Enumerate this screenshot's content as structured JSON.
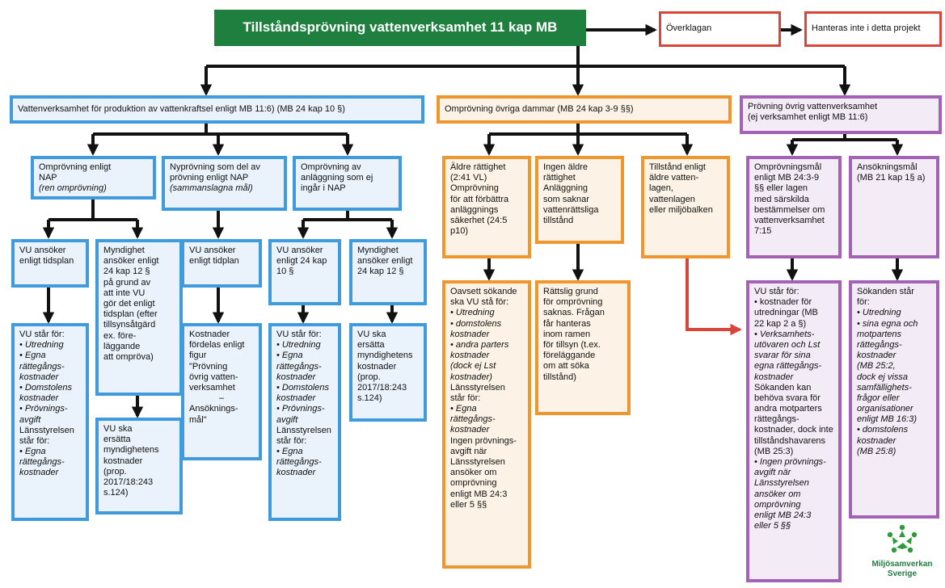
{
  "top": {
    "title": "Tillståndsprövning vattenverksamhet 11 kap MB",
    "appeal": "Överklagan",
    "not_handled": "Hanteras inte i detta projekt"
  },
  "categories": {
    "hydropower": "Vattenverksamhet för produktion av vattenkraftsel enligt MB 11:6) (MB 24 kap 10 §)",
    "dams": "Omprövning övriga dammar  (MB 24 kap 3-9 §§)",
    "other": [
      "Prövning övrig vattenverksamhet",
      "(ej verksamhet enligt MB 11:6)"
    ]
  },
  "hydro": {
    "a": {
      "line1": "Omprövning enligt",
      "line2": "NAP",
      "line3": "(ren omprövning)"
    },
    "b": {
      "line1": "Nyprövning som del av",
      "line2": "prövning enligt NAP",
      "line3": "(sammanslagna mål)"
    },
    "c": {
      "line1": "Omprövning av",
      "line2": "anläggning som ej",
      "line3": "ingår i NAP"
    },
    "a1": {
      "l1": "VU ansöker",
      "l2": "enligt tidsplan"
    },
    "a2": [
      "Myndighet",
      "ansöker enligt",
      "24 kap 12 §",
      "på grund av",
      "att inte VU",
      "gör det enligt",
      "tidsplan (efter",
      "tillsynsåtgärd",
      "ex. före-",
      "läggande",
      "att ompröva)"
    ],
    "b1": {
      "l1": "VU ansöker",
      "l2": "enligt tidplan"
    },
    "c1": [
      "VU ansöker",
      "enligt 24 kap",
      "10 §"
    ],
    "c2": [
      "Myndighet",
      "ansöker enligt",
      "24 kap 12 §"
    ],
    "a1x": {
      "head": "VU står för:",
      "items": [
        "• Utredning",
        "• Egna",
        "rättegångs-",
        "kostnader",
        "• Domstolens",
        "kostnader",
        "• Prövnings-",
        "avgift"
      ],
      "sub": [
        "Länsstyrelsen",
        "står för:"
      ],
      "items2": [
        "• Egna",
        "rättegångs-",
        "kostnader"
      ]
    },
    "a2x": [
      "VU ska",
      "ersätta",
      "myndighetens",
      "kostnader",
      "(prop.",
      "2017/18:243",
      "s.124)"
    ],
    "b1x": [
      "Kostnader",
      "fördelas enligt",
      "figur",
      "\"Prövning",
      "övrig vatten-",
      "verksamhet",
      "–",
      "Ansöknings-",
      "mål\""
    ],
    "c1x": {
      "head": "VU står för:",
      "items": [
        "• Utredning",
        "• Egna",
        "rättegångs-",
        "kostnader",
        "• Domstolens",
        "kostnader",
        "• Prövnings-",
        "avgift"
      ],
      "sub": [
        "Länsstyrelsen",
        "står för:"
      ],
      "items2": [
        "• Egna",
        "rättegångs-",
        "kostnader"
      ]
    },
    "c2x": [
      "VU ska",
      "ersätta",
      "myndighetens",
      "kostnader",
      "(prop.",
      "2017/18:243",
      "s.124)"
    ]
  },
  "dams": {
    "a": [
      "Äldre rättighet",
      "(2:41 VL)",
      "Omprövning",
      "för att förbättra",
      "anläggnings",
      "säkerhet (24:5",
      "p10)"
    ],
    "b": [
      "Ingen äldre",
      "rättighet",
      "Anläggning",
      "som saknar",
      "vattenrättsliga",
      "tillstånd"
    ],
    "c": [
      "Tillstånd enligt",
      "äldre vatten-",
      "lagen,",
      "vattenlagen",
      "eller miljöbalken"
    ],
    "ax": {
      "head": [
        "Oavsett sökande",
        "ska VU stå för:"
      ],
      "items": [
        "• Utredning",
        "• domstolens",
        "kostnader",
        "• andra parters",
        "kostnader",
        "(dock ej Lst",
        "kostnader)"
      ],
      "sub": [
        "Länsstyrelsen",
        "står för:"
      ],
      "items2": [
        "• Egna",
        "rättegångs-",
        "kostnader"
      ],
      "tail": [
        "Ingen prövnings-",
        "avgift när",
        "Länsstyrelsen",
        "ansöker om",
        "omprövning",
        "enligt MB 24:3",
        "eller 5 §§"
      ]
    },
    "bx": [
      "Rättslig grund",
      "för omprövning",
      "saknas. Frågan",
      "får hanteras",
      "inom ramen",
      "för tillsyn (t.ex.",
      "föreläggande",
      "om att söka",
      "tillstånd)"
    ]
  },
  "other": {
    "a": [
      "Omprövningsmål",
      "enligt MB 24:3-9",
      "§§ eller lagen",
      "med särskilda",
      "bestämmelser om",
      "vattenverksamhet",
      "7:15"
    ],
    "b": [
      "Ansökningsmål",
      "(MB 21 kap 1§ a)"
    ],
    "ax": {
      "head": "VU står för:",
      "p1": [
        "• kostnader för",
        "utredningar (MB",
        "22 kap 2 a §)"
      ],
      "p2": [
        "• Verksamhets-",
        "utövaren och Lst",
        "svarar för sina",
        "egna rättegångs-",
        "kostnader"
      ],
      "p3": [
        "Sökanden kan",
        "behöva svara för",
        "andra motparters",
        "rättegångs-",
        "kostnader, dock inte",
        "tillståndshavarens",
        "(MB 25:3)"
      ],
      "p4": [
        "• Ingen prövnings-",
        "avgift när",
        "Länsstyrelsen",
        "ansöker om",
        "omprövning",
        "enligt MB 24:3",
        "eller 5 §§"
      ]
    },
    "bx": {
      "head": [
        "Sökanden står",
        "för:"
      ],
      "p1": [
        "• Utredning",
        "• sina egna och",
        "motpartens",
        "rättegångs-",
        "kostnader",
        "(MB 25:2,",
        "dock ej vissa",
        "samfällighets-",
        "frågor eller",
        "organisationer",
        "enligt MB 16:3)"
      ],
      "p2": [
        "• domstolens",
        "kostnader",
        "(MB 25:8)"
      ]
    }
  },
  "logo": {
    "line1": "Miljösamverkan",
    "line2": "Sverige"
  },
  "colors": {
    "green": "#1e7f3f",
    "blue": "#3f9bdc",
    "orange": "#f0962f",
    "purple": "#a362b3",
    "red": "#d9453a"
  }
}
